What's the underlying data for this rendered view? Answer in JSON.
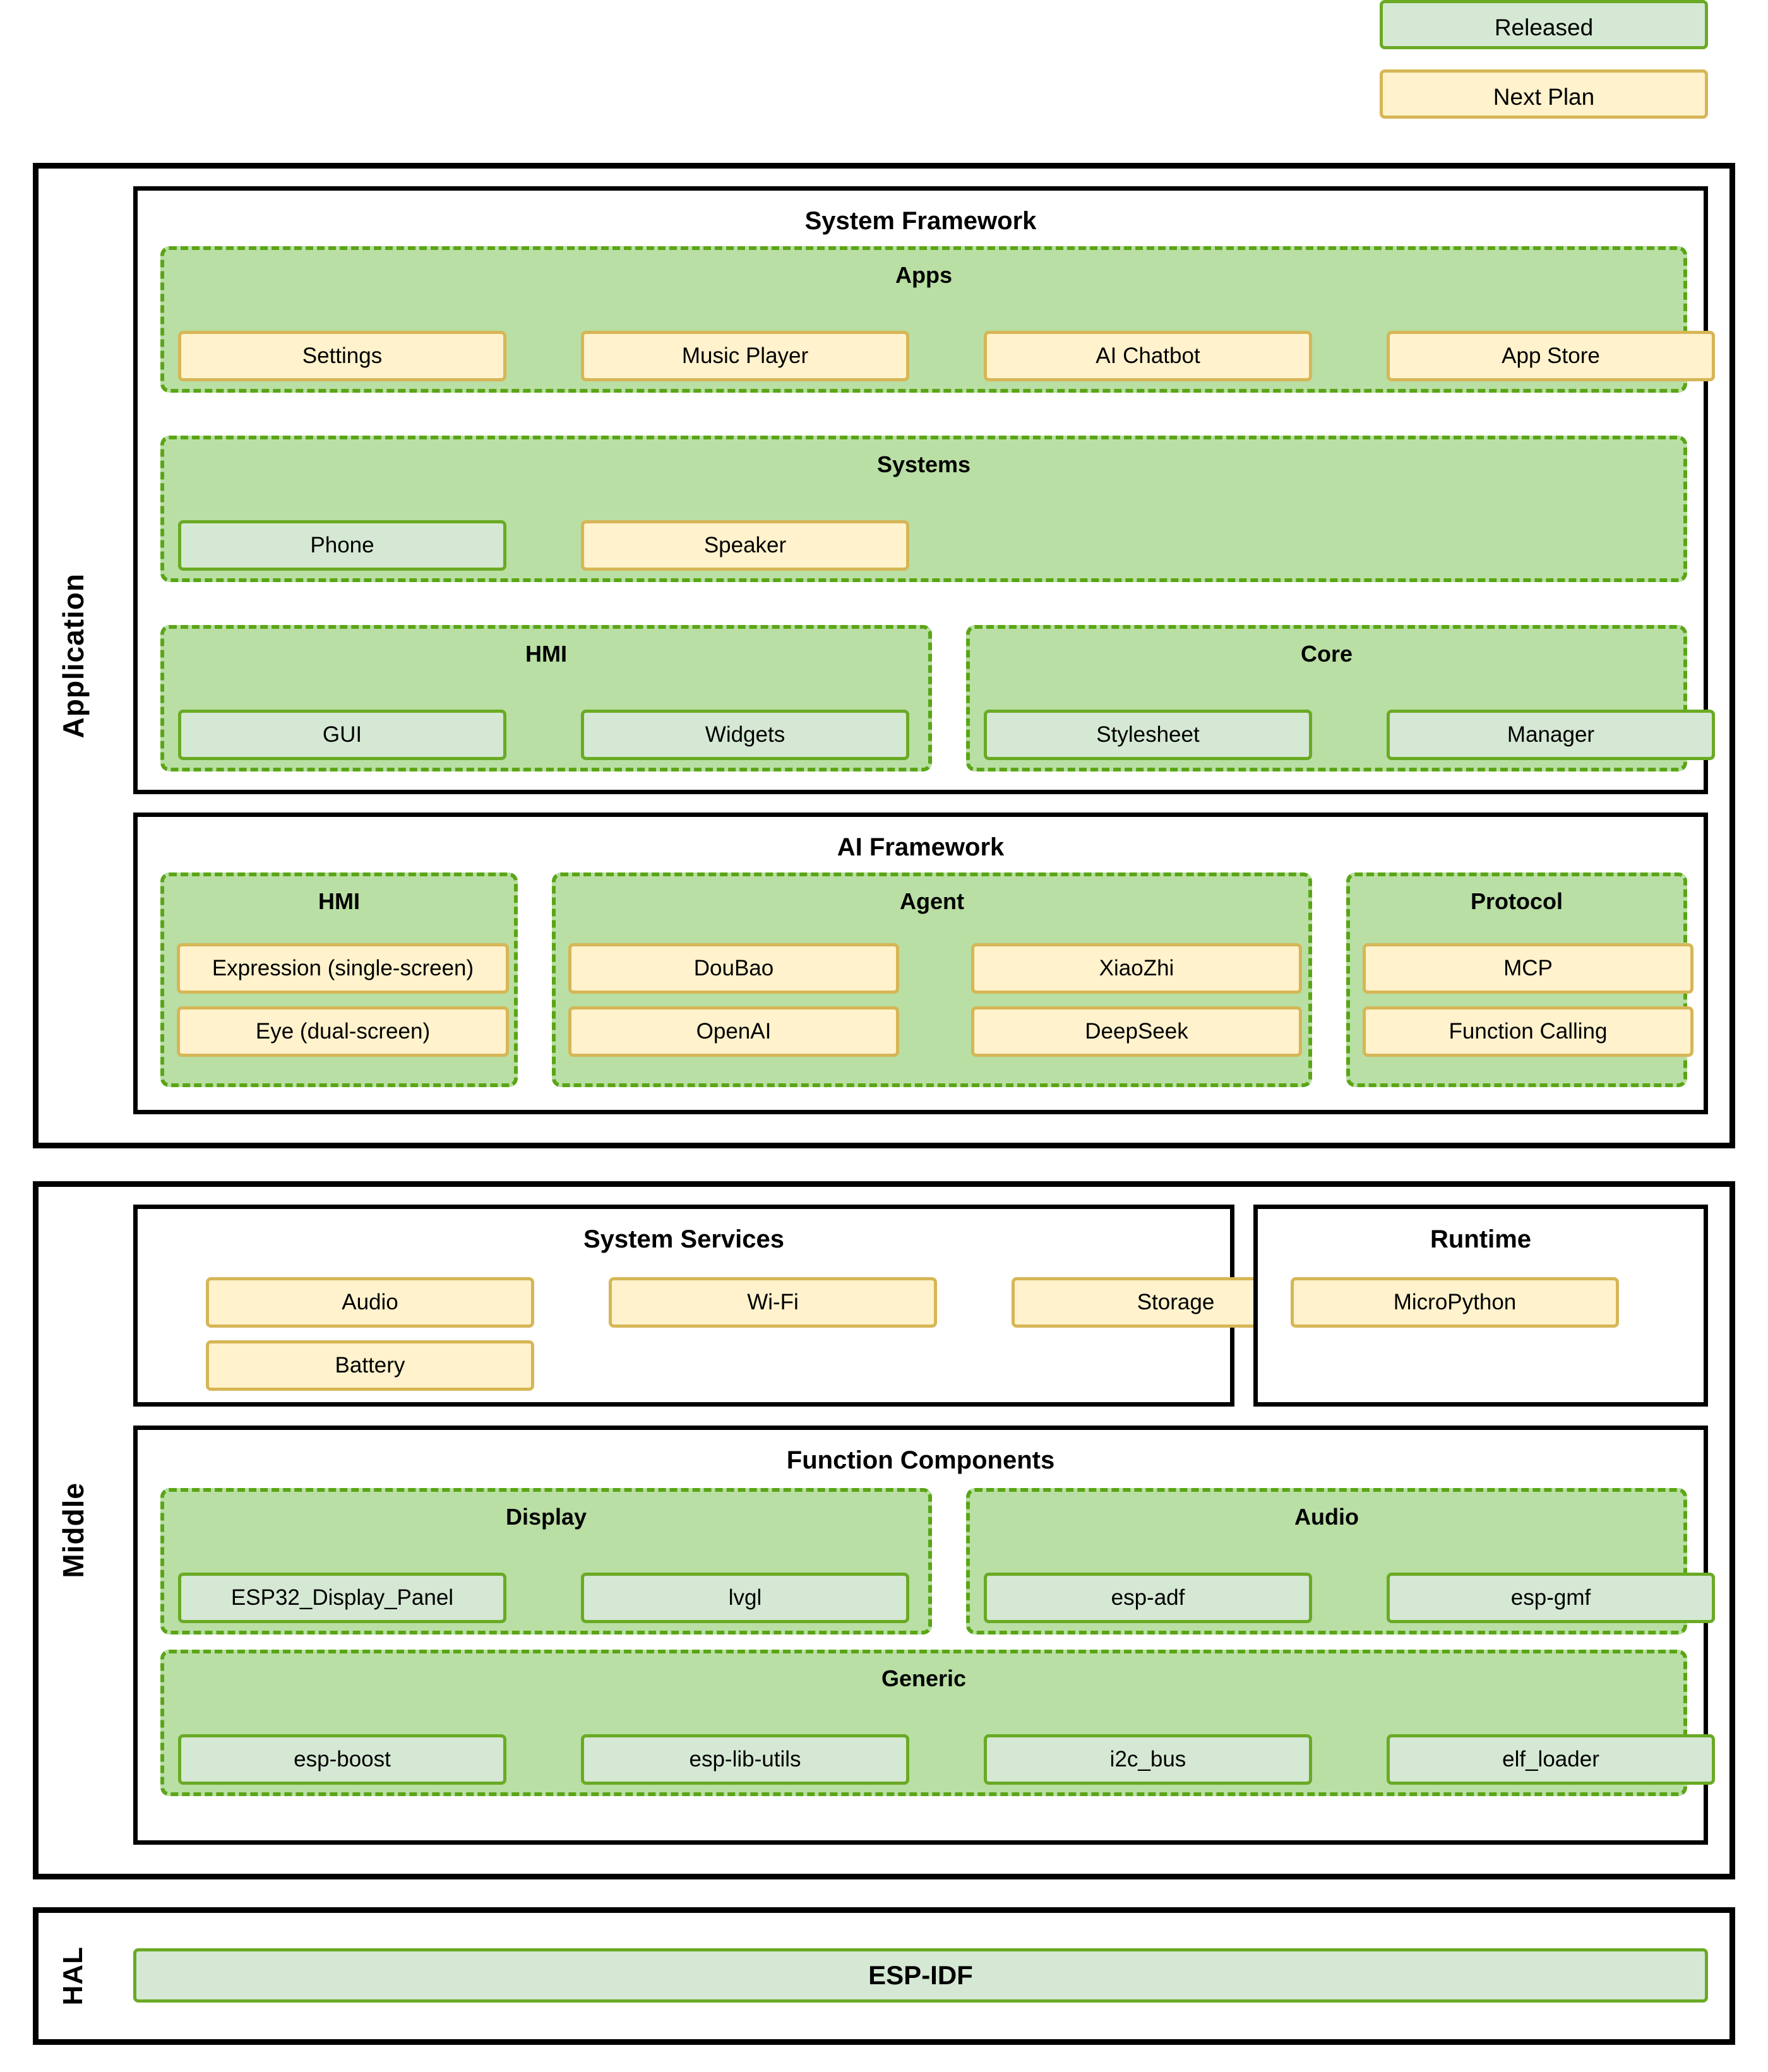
{
  "legend": {
    "released": "Released",
    "next_plan": "Next Plan",
    "released_fill": "#d5e8d4",
    "released_border": "#6aaa24",
    "next_fill": "#fff2cc",
    "next_border": "#d6b656",
    "group_fill": "#b9dfa4",
    "group_border": "#5aa515"
  },
  "tiers": {
    "application": {
      "label": "Application",
      "panels": {
        "system_framework": {
          "title": "System Framework",
          "groups": {
            "apps": {
              "title": "Apps",
              "items": [
                {
                  "label": "Settings",
                  "status": "next"
                },
                {
                  "label": "Music Player",
                  "status": "next"
                },
                {
                  "label": "AI Chatbot",
                  "status": "next"
                },
                {
                  "label": "App Store",
                  "status": "next"
                }
              ]
            },
            "systems": {
              "title": "Systems",
              "items": [
                {
                  "label": "Phone",
                  "status": "released"
                },
                {
                  "label": "Speaker",
                  "status": "next"
                }
              ]
            },
            "hmi": {
              "title": "HMI",
              "items": [
                {
                  "label": "GUI",
                  "status": "released"
                },
                {
                  "label": "Widgets",
                  "status": "released"
                }
              ]
            },
            "core": {
              "title": "Core",
              "items": [
                {
                  "label": "Stylesheet",
                  "status": "released"
                },
                {
                  "label": "Manager",
                  "status": "released"
                }
              ]
            }
          }
        },
        "ai_framework": {
          "title": "AI Framework",
          "groups": {
            "hmi": {
              "title": "HMI",
              "items": [
                {
                  "label": "Expression (single-screen)",
                  "status": "next"
                },
                {
                  "label": "Eye (dual-screen)",
                  "status": "next"
                }
              ]
            },
            "agent": {
              "title": "Agent",
              "items": [
                {
                  "label": "DouBao",
                  "status": "next"
                },
                {
                  "label": "XiaoZhi",
                  "status": "next"
                },
                {
                  "label": "OpenAI",
                  "status": "next"
                },
                {
                  "label": "DeepSeek",
                  "status": "next"
                }
              ]
            },
            "protocol": {
              "title": "Protocol",
              "items": [
                {
                  "label": "MCP",
                  "status": "next"
                },
                {
                  "label": "Function Calling",
                  "status": "next"
                }
              ]
            }
          }
        }
      }
    },
    "middle": {
      "label": "Middle",
      "panels": {
        "system_services": {
          "title": "System Services",
          "items": [
            {
              "label": "Audio",
              "status": "next"
            },
            {
              "label": "Wi-Fi",
              "status": "next"
            },
            {
              "label": "Storage",
              "status": "next"
            },
            {
              "label": "Battery",
              "status": "next"
            }
          ]
        },
        "runtime": {
          "title": "Runtime",
          "items": [
            {
              "label": "MicroPython",
              "status": "next"
            }
          ]
        },
        "function_components": {
          "title": "Function Components",
          "groups": {
            "display": {
              "title": "Display",
              "items": [
                {
                  "label": "ESP32_Display_Panel",
                  "status": "released"
                },
                {
                  "label": "lvgl",
                  "status": "released"
                }
              ]
            },
            "audio": {
              "title": "Audio",
              "items": [
                {
                  "label": "esp-adf",
                  "status": "released"
                },
                {
                  "label": "esp-gmf",
                  "status": "released"
                }
              ]
            },
            "generic": {
              "title": "Generic",
              "items": [
                {
                  "label": "esp-boost",
                  "status": "released"
                },
                {
                  "label": "esp-lib-utils",
                  "status": "released"
                },
                {
                  "label": "i2c_bus",
                  "status": "released"
                },
                {
                  "label": "elf_loader",
                  "status": "released"
                }
              ]
            }
          }
        }
      }
    },
    "hal": {
      "label": "HAL",
      "items": [
        {
          "label": "ESP-IDF",
          "status": "released"
        }
      ]
    }
  }
}
